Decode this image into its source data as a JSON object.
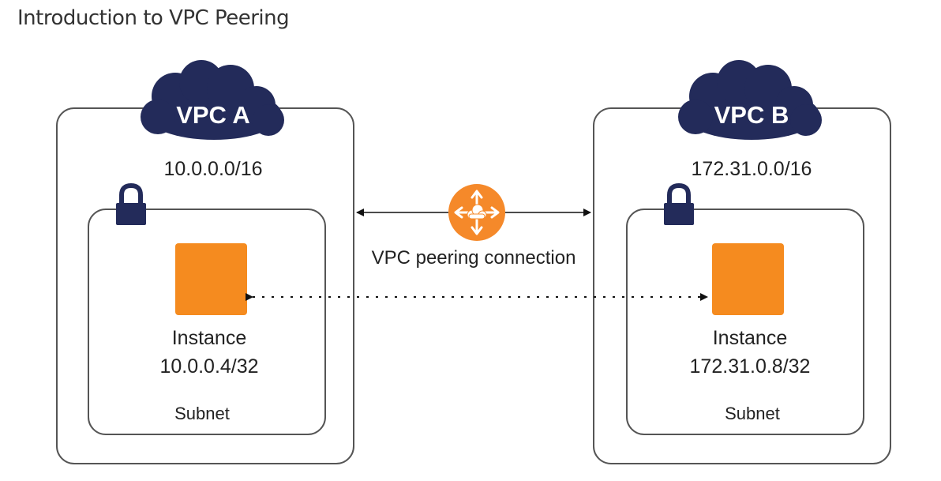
{
  "page": {
    "title": "Introduction to VPC Peering"
  },
  "vpc_a": {
    "label": "VPC A",
    "cidr": "10.0.0.0/16",
    "instance_label": "Instance",
    "instance_ip": "10.0.0.4/32",
    "subnet_label": "Subnet"
  },
  "vpc_b": {
    "label": "VPC B",
    "cidr": "172.31.0.0/16",
    "instance_label": "Instance",
    "instance_ip": "172.31.0.8/32",
    "subnet_label": "Subnet"
  },
  "peering": {
    "label": "VPC peering connection"
  },
  "colors": {
    "cloud": "#232b5a",
    "instance": "#f58b1f",
    "router": "#f5892a",
    "border": "#555555",
    "text": "#222222"
  },
  "icons": {
    "lock": "lock-icon",
    "router": "peering-router-icon",
    "cloud": "cloud-icon"
  }
}
